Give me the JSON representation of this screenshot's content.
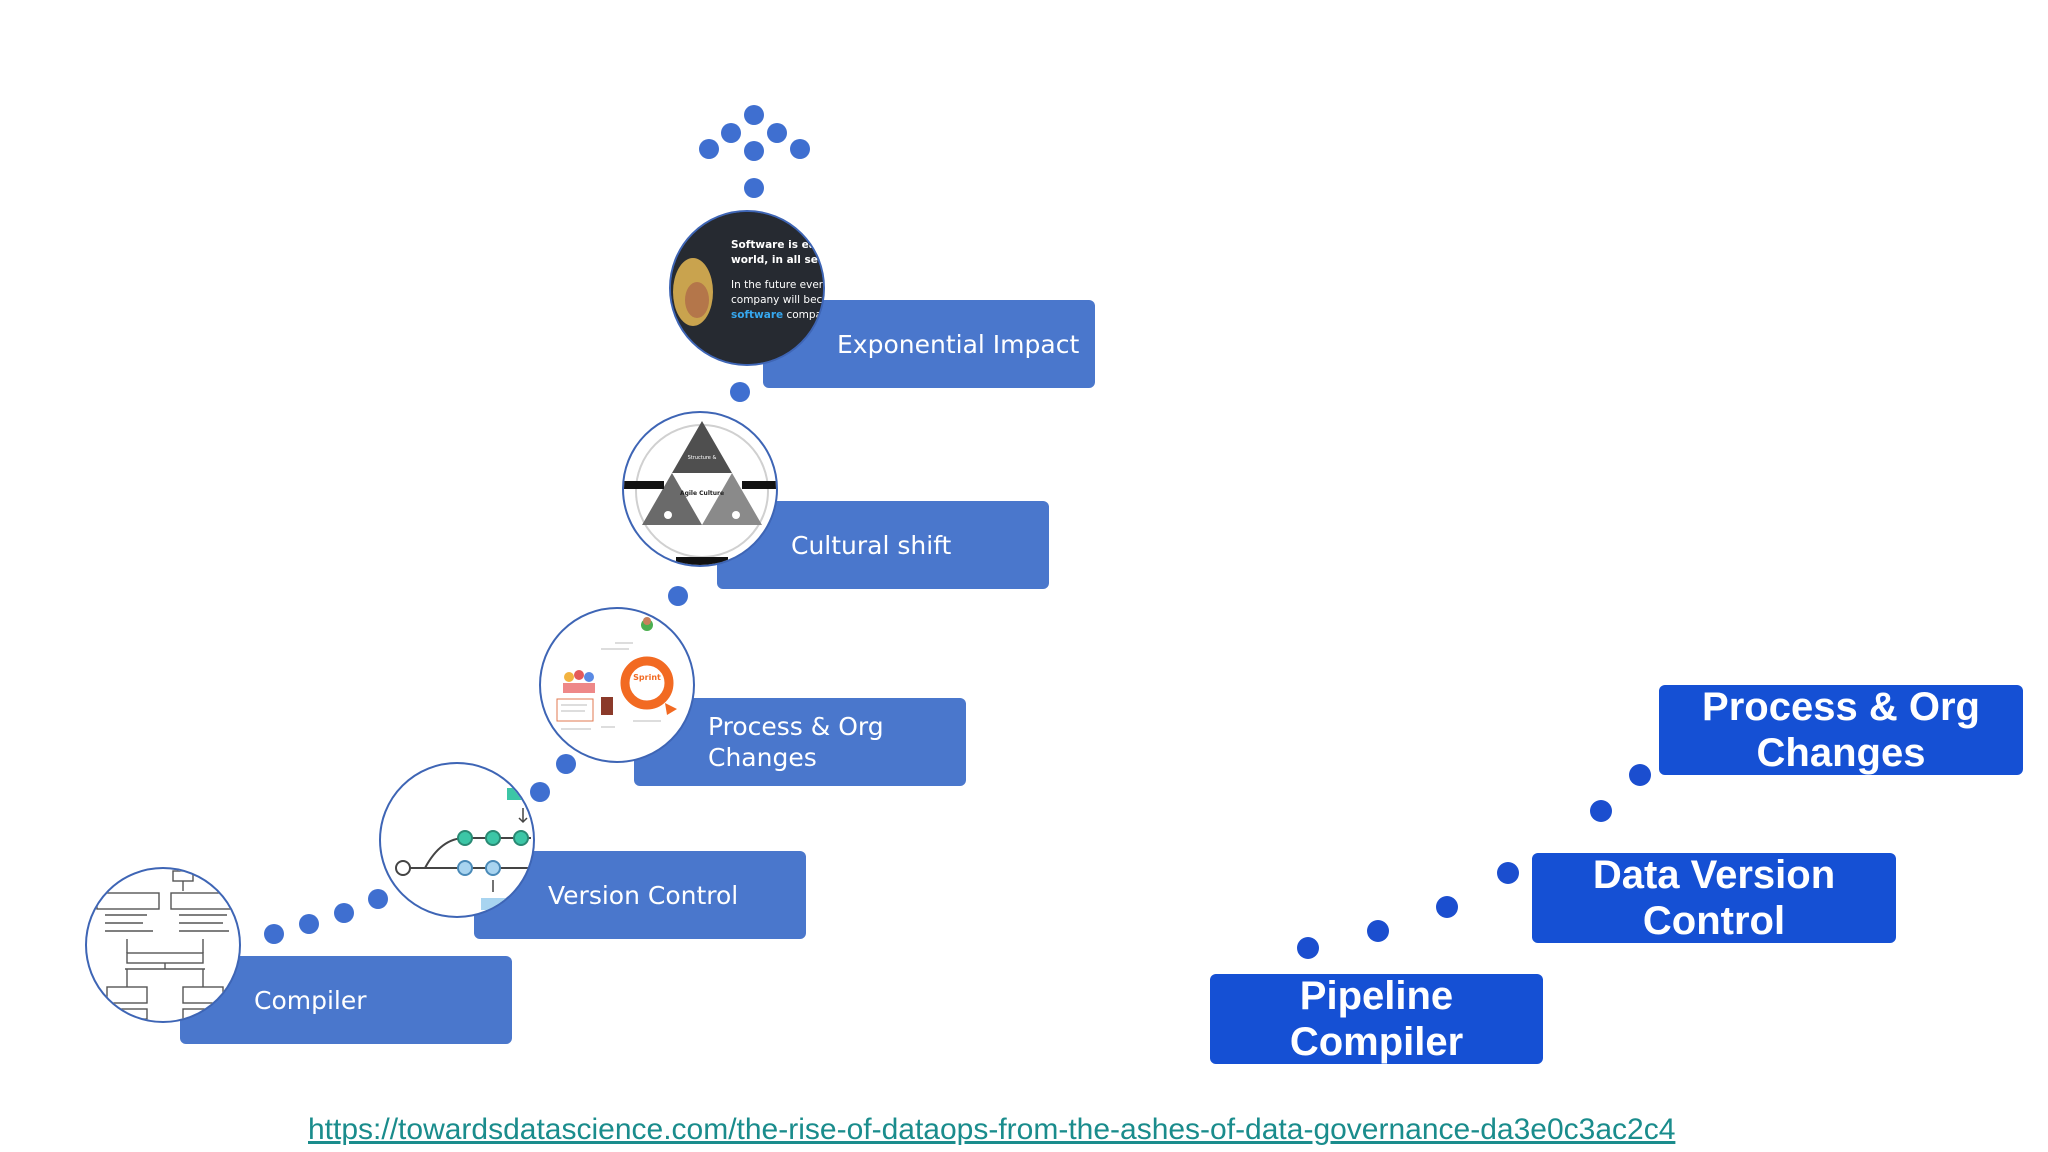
{
  "left_progression": {
    "steps": [
      {
        "label": "Compiler",
        "image": "compiler-diagram-icon"
      },
      {
        "label": "Version Control",
        "image": "git-branch-icon"
      },
      {
        "label": "Process & Org Changes",
        "image": "scrum-sprint-icon"
      },
      {
        "label": "Cultural shift",
        "image": "agile-culture-triangle-icon"
      },
      {
        "label": "Exponential Impact",
        "image": "software-quote-photo-icon"
      }
    ],
    "sprint_text": "Sprint",
    "agile_text": "Agile Culture",
    "quote_lines": [
      "Software is eat",
      "world, in all sect",
      "In the future ever",
      "company will bec",
      "software compa"
    ],
    "quote_highlight": "software"
  },
  "right_progression": {
    "steps": [
      {
        "label": "Pipeline Compiler"
      },
      {
        "label": "Data Version Control"
      },
      {
        "label": "Process & Org Changes"
      }
    ]
  },
  "colors": {
    "step_box": "#4a77cc",
    "target_box": "#1550d4",
    "dots": "#3f6fd0",
    "link": "#1a8c8c"
  },
  "source_link": "https://towardsdatascience.com/the-rise-of-dataops-from-the-ashes-of-data-governance-da3e0c3ac2c4"
}
